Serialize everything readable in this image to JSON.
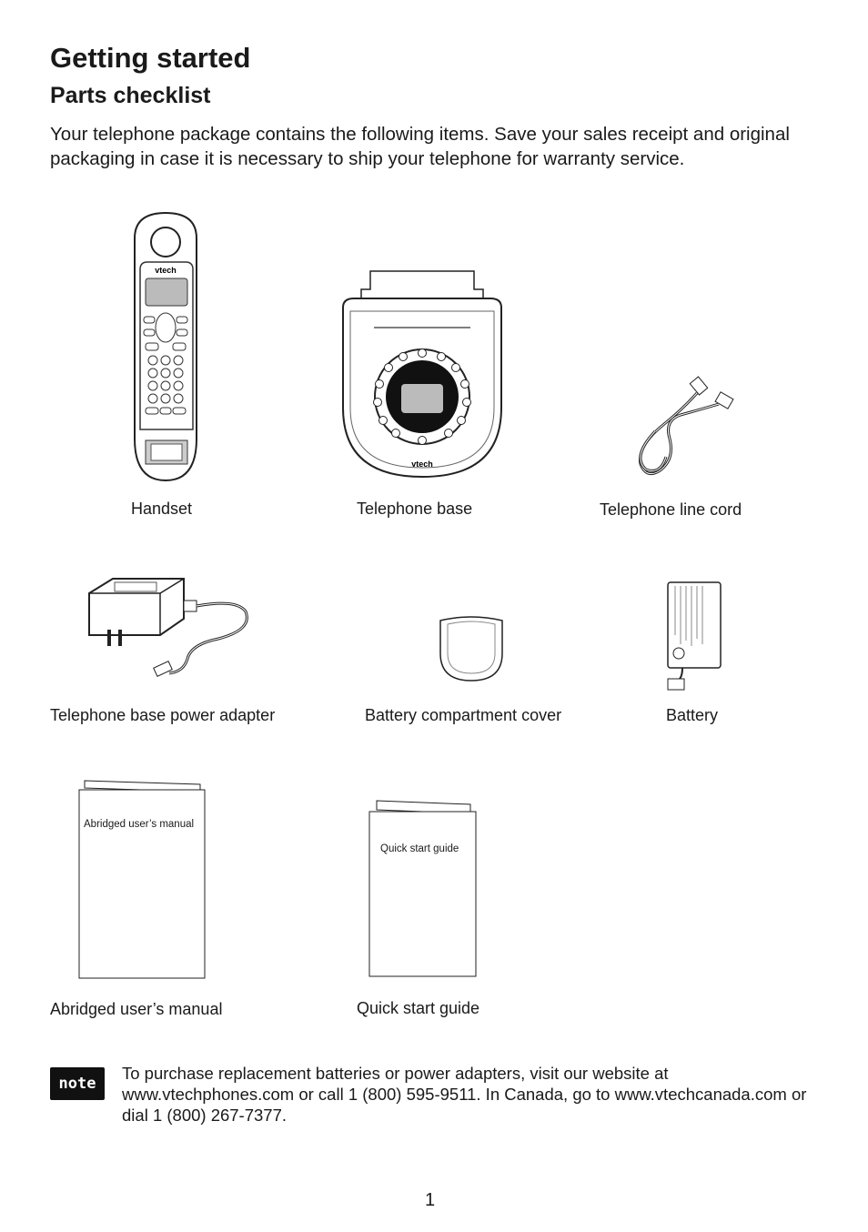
{
  "header": {
    "title": "Getting started",
    "subtitle": "Parts checklist"
  },
  "intro": "Your telephone package contains the following items. Save your sales receipt and original packaging in case it is necessary to ship your telephone for warranty service.",
  "items": [
    {
      "label": "Handset",
      "icon": "handset-icon"
    },
    {
      "label": "Telephone base",
      "icon": "telephone-base-icon"
    },
    {
      "label": "Telephone line cord",
      "icon": "line-cord-icon"
    },
    {
      "label": "Telephone base power adapter",
      "icon": "power-adapter-icon"
    },
    {
      "label": "Battery compartment cover",
      "icon": "battery-cover-icon"
    },
    {
      "label": "Battery",
      "icon": "battery-icon"
    },
    {
      "label": "Abridged user’s manual",
      "icon": "manual-booklet-icon"
    },
    {
      "label": "Quick start guide",
      "icon": "quick-guide-booklet-icon"
    }
  ],
  "booklets": {
    "manual_label": "Abridged user’s manual",
    "guide_label": "Quick start guide"
  },
  "brand": "vtech",
  "note": {
    "badge": "note",
    "text": "To purchase replacement batteries or power adapters, visit our website at www.vtechphones.com or call 1 (800) 595-9511. In Canada, go to www.vtechcanada.com or dial 1 (800) 267-7377."
  },
  "page_number": "1"
}
